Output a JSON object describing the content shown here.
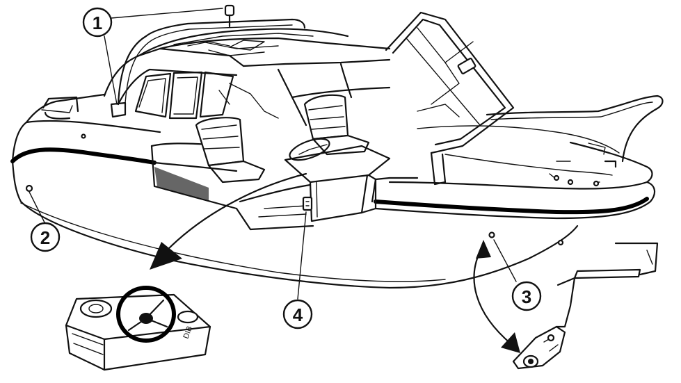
{
  "callouts": [
    {
      "id": "callout-1",
      "label": "1"
    },
    {
      "id": "callout-2",
      "label": "2"
    },
    {
      "id": "callout-3",
      "label": "3"
    },
    {
      "id": "callout-4",
      "label": "4"
    }
  ],
  "dashboard_marking": "DIB"
}
